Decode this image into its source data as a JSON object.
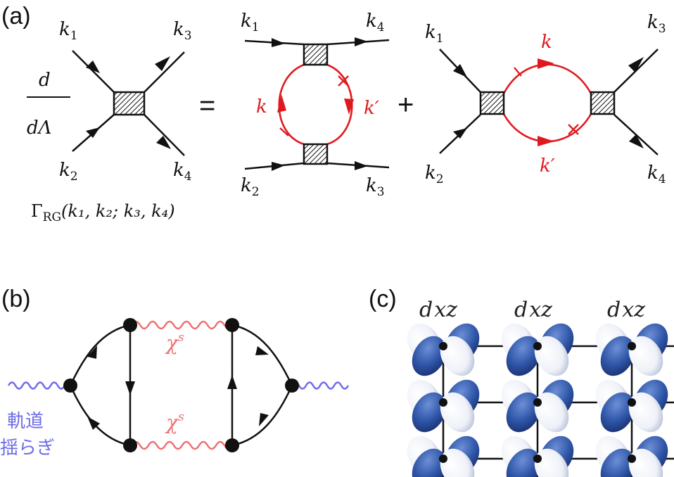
{
  "panels": {
    "a": {
      "label": "(a)",
      "derivative_numerator": "d",
      "derivative_denominator": "dΛ",
      "equals": "=",
      "plus": "+",
      "vertex_caption": "Γ",
      "vertex_caption_sub": "RG",
      "vertex_caption_args": "(k₁, k₂; k₃, k₄)",
      "momenta": {
        "k1": "k",
        "k1_sub": "1",
        "k2": "k",
        "k2_sub": "2",
        "k3": "k",
        "k3_sub": "3",
        "k4": "k",
        "k4_sub": "4"
      },
      "loop_k": "k",
      "loop_kprime": "k′"
    },
    "b": {
      "label": "(b)",
      "chi": "χ",
      "chi_sup": "s",
      "fluctuation_line1": "軌道",
      "fluctuation_line2": "揺らぎ"
    },
    "c": {
      "label": "(c)",
      "orbital": "d",
      "orbital_sub": "xz"
    }
  },
  "colors": {
    "black": "#111111",
    "red": "#e0191f",
    "pink_wavy": "#f07070",
    "blue_wavy": "#6d6de8",
    "orbital_blue": "#2f56a8",
    "orbital_white": "#f2f4fa"
  }
}
